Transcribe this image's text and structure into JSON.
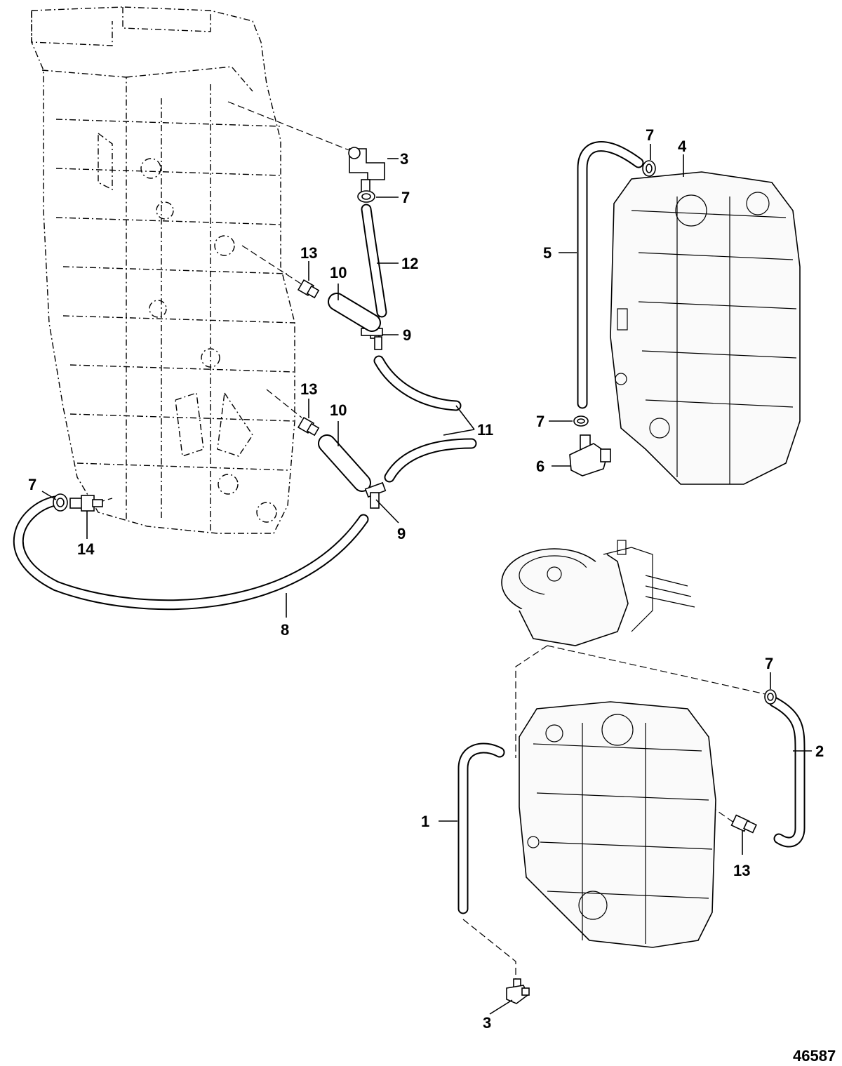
{
  "diagram": {
    "reference_number": "46587",
    "callouts": [
      {
        "id": "c3a",
        "label": "3"
      },
      {
        "id": "c7a",
        "label": "7"
      },
      {
        "id": "c12",
        "label": "12"
      },
      {
        "id": "c13a",
        "label": "13"
      },
      {
        "id": "c10a",
        "label": "10"
      },
      {
        "id": "c9a",
        "label": "9"
      },
      {
        "id": "c13b",
        "label": "13"
      },
      {
        "id": "c10b",
        "label": "10"
      },
      {
        "id": "c11",
        "label": "11"
      },
      {
        "id": "c7b",
        "label": "7"
      },
      {
        "id": "c14",
        "label": "14"
      },
      {
        "id": "c9b",
        "label": "9"
      },
      {
        "id": "c8",
        "label": "8"
      },
      {
        "id": "c7c",
        "label": "7"
      },
      {
        "id": "c4",
        "label": "4"
      },
      {
        "id": "c5",
        "label": "5"
      },
      {
        "id": "c7d",
        "label": "7"
      },
      {
        "id": "c6",
        "label": "6"
      },
      {
        "id": "c7e",
        "label": "7"
      },
      {
        "id": "c2",
        "label": "2"
      },
      {
        "id": "c1",
        "label": "1"
      },
      {
        "id": "c13c",
        "label": "13"
      },
      {
        "id": "c3b",
        "label": "3"
      }
    ]
  }
}
